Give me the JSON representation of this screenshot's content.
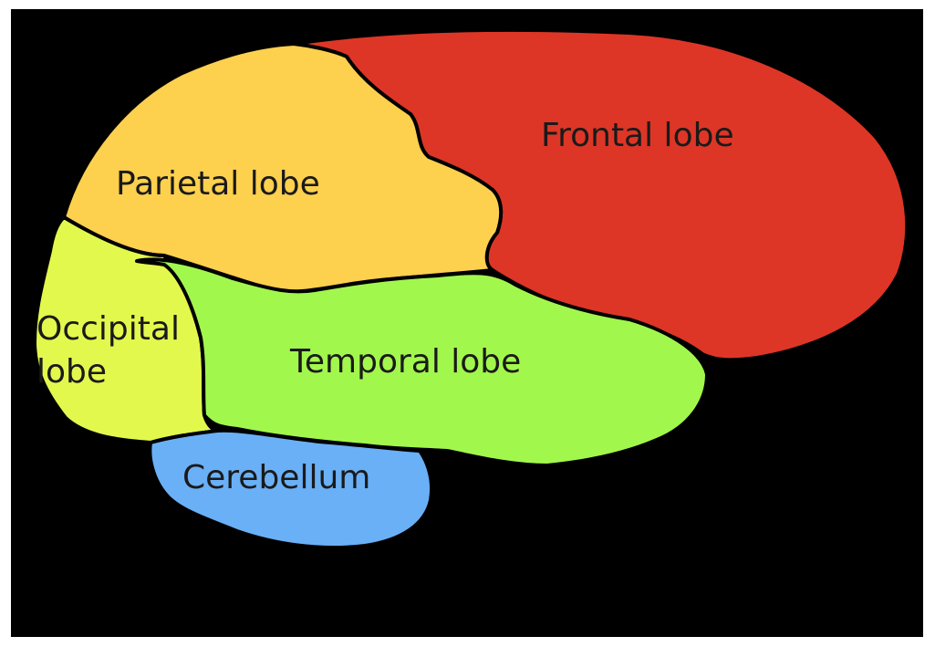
{
  "lobes": {
    "frontal": {
      "label": "Frontal lobe",
      "color": "#dd3626"
    },
    "parietal": {
      "label": "Parietal lobe",
      "color": "#fdd04e"
    },
    "occipital": {
      "label_line1": "Occipital",
      "label_line2": "lobe",
      "color": "#e3f84d"
    },
    "temporal": {
      "label": "Temporal lobe",
      "color": "#a2f74c"
    },
    "cerebellum": {
      "label": "Cerebellum",
      "color": "#6ab0f6"
    }
  },
  "colors": {
    "background": "#000000",
    "outline": "#000000",
    "frame": "#ffffff"
  }
}
